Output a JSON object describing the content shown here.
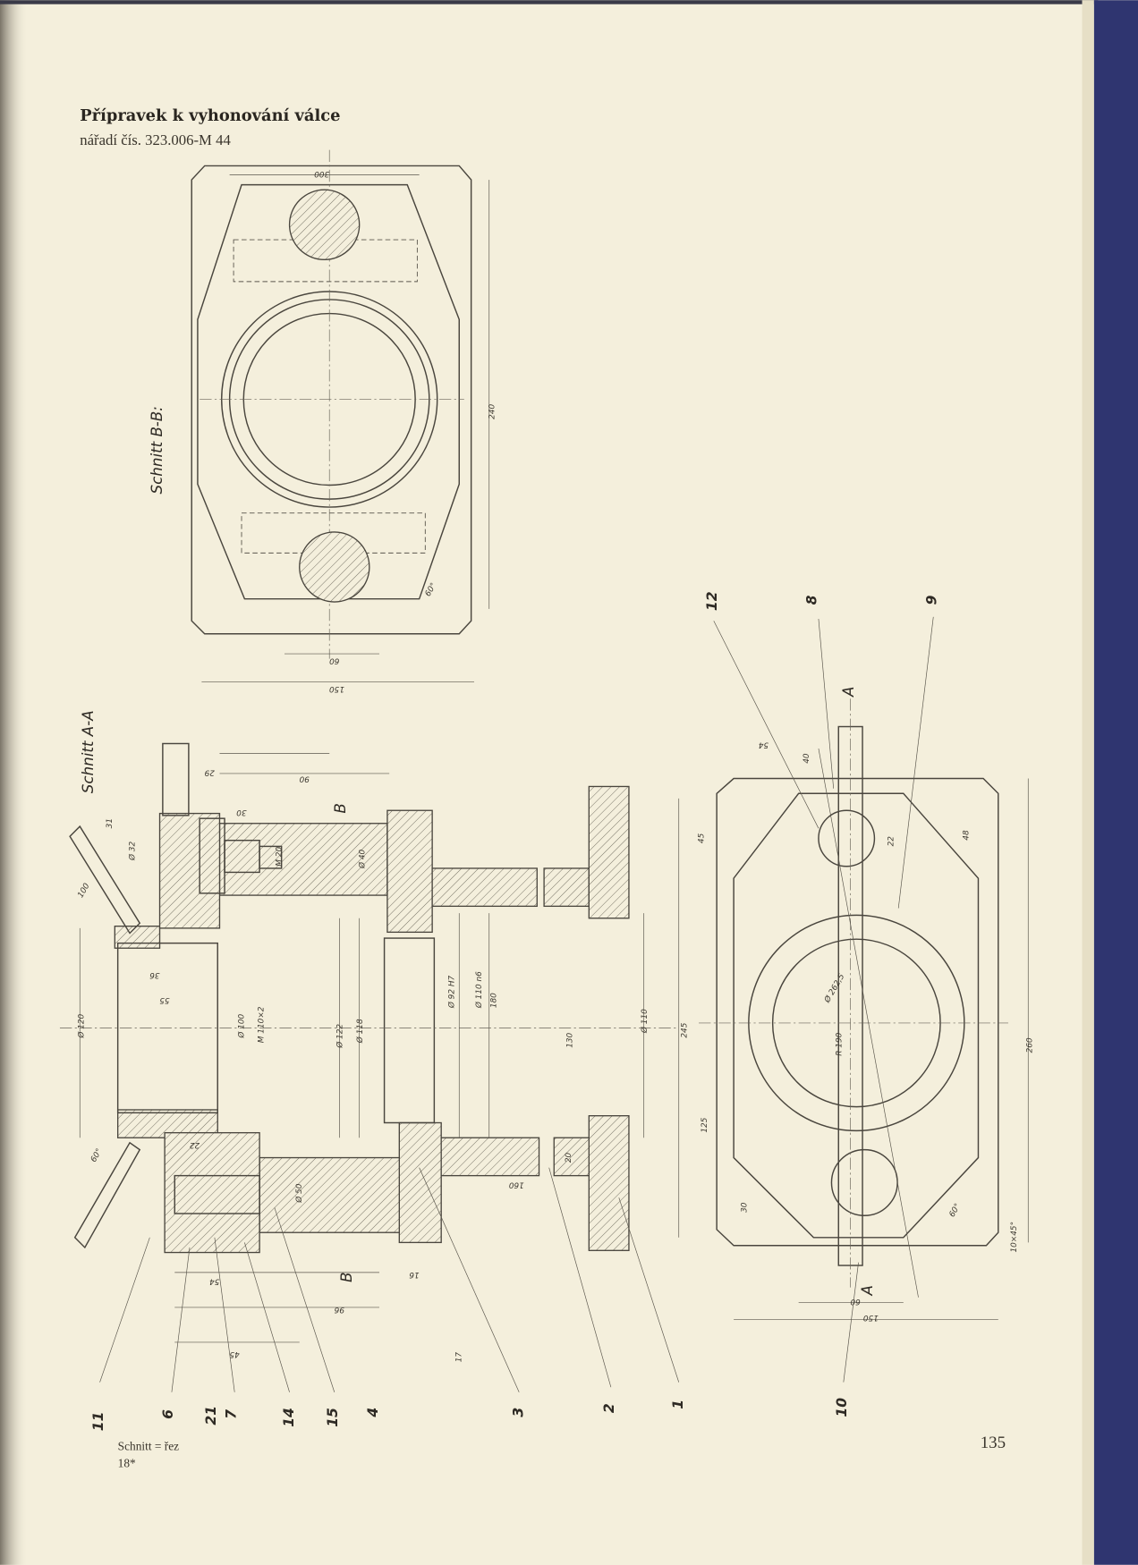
{
  "header": {
    "title": "Přípravek k vyhonování válce",
    "subtitle": "nářadí čís. 323.006-M 44"
  },
  "drawing": {
    "section_bb_label": "Schnitt B-B:",
    "section_aa_label": "Schnitt A-A",
    "view_a_marker": "A",
    "cut_b_marker": "B",
    "dims_bb": [
      "300",
      "240",
      "60",
      "150",
      "60°"
    ],
    "dims_aa": [
      "Ø 120",
      "Ø 100",
      "M 110×2",
      "Ø 122",
      "Ø 118",
      "Ø 92 H7",
      "Ø 110 n6",
      "180",
      "130",
      "Ø 110",
      "160",
      "20",
      "55",
      "36",
      "29",
      "90",
      "30",
      "M 20",
      "Ø 40",
      "Ø 32",
      "Ø 50",
      "22",
      "16",
      "54",
      "96",
      "45",
      "60°",
      "100"
    ],
    "dims_a": [
      "54",
      "40",
      "45",
      "48",
      "22",
      "245",
      "125",
      "260",
      "30",
      "R 190",
      "Ø 262,5",
      "60",
      "150",
      "60°",
      "10×45°"
    ],
    "part_numbers": [
      "12",
      "8",
      "9",
      "11",
      "6",
      "21",
      "7",
      "14",
      "15",
      "4",
      "3",
      "2",
      "1",
      "10",
      "31",
      "17"
    ]
  },
  "footer": {
    "note": "Schnitt = řez",
    "signature_mark": "18*",
    "page_number": "135"
  },
  "colors": {
    "paper": "#f4efdc",
    "ink": "#4a463e",
    "cover": "#2f3570"
  }
}
